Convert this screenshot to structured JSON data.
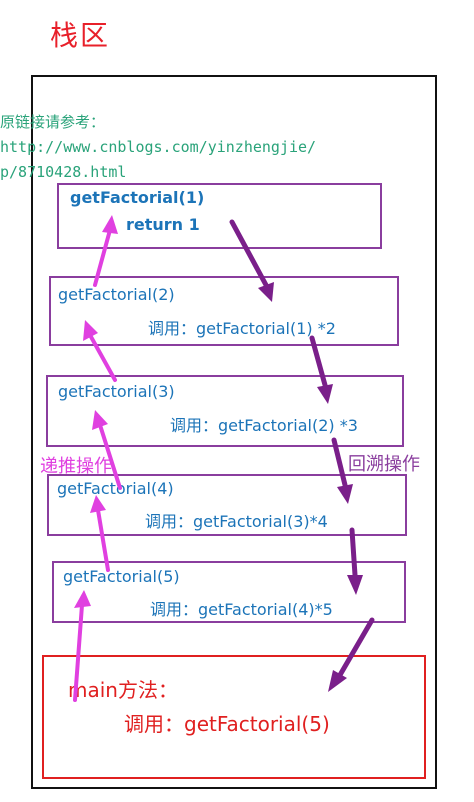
{
  "title": "栈区",
  "watermark": {
    "line1": "原链接请参考：",
    "line2": "http://www.cnblogs.com/yinzhengjie/",
    "line3": "p/8710428.html"
  },
  "frames": [
    {
      "fn": "getFactorial(1)",
      "call": "return 1"
    },
    {
      "fn": "getFactorial(2)",
      "call": "调用：getFactorial(1) *2"
    },
    {
      "fn": "getFactorial(3)",
      "call": "调用：getFactorial(2) *3"
    },
    {
      "fn": "getFactorial(4)",
      "call": "调用：getFactorial(3)*4"
    },
    {
      "fn": "getFactorial(5)",
      "call": "调用：getFactorial(4)*5"
    }
  ],
  "main": {
    "title": "main方法：",
    "call": "调用：getFactorial(5)"
  },
  "labels": {
    "recurse": "递推操作",
    "backtrack": "回溯操作"
  },
  "colors": {
    "title": "#e8202a",
    "frame_border": "#8a3d9e",
    "text_blue": "#1c74b8",
    "main_red": "#e02020",
    "recurse_arrow": "#e040e0",
    "backtrack_arrow": "#7a1f8a"
  }
}
